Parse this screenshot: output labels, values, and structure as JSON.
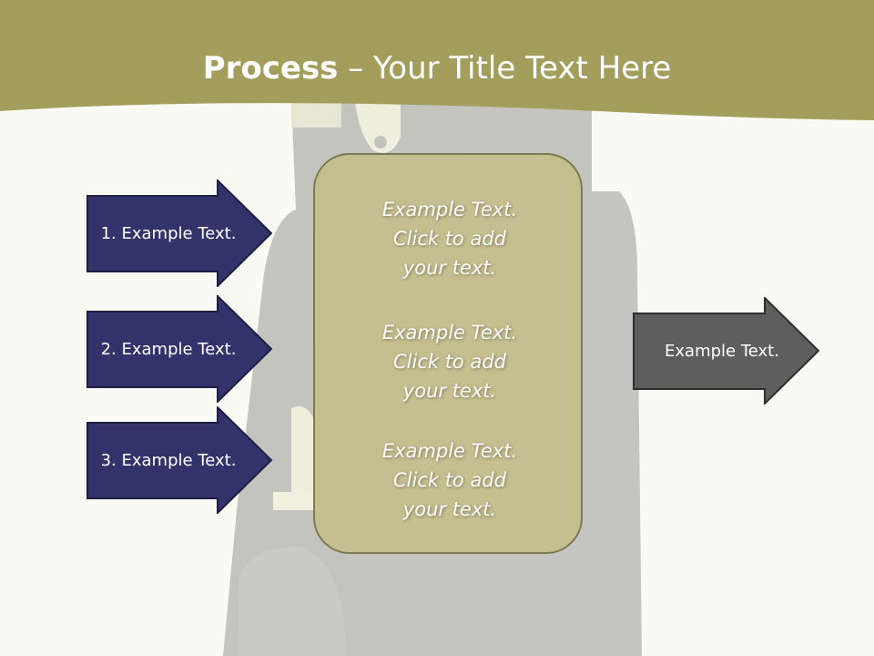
{
  "slide": {
    "title_bold": "Process",
    "title_rest": " – Your Title Text Here"
  },
  "left_arrows": [
    {
      "label": "1. Example Text."
    },
    {
      "label": "2. Example Text."
    },
    {
      "label": "3. Example Text."
    }
  ],
  "center_box": {
    "blocks": [
      {
        "line1": "Example Text.",
        "line2": "Click  to add",
        "line3": "your text."
      },
      {
        "line1": "Example Text.",
        "line2": "Click  to add",
        "line3": "your text."
      },
      {
        "line1": "Example Text.",
        "line2": "Click  to add",
        "line3": "your text."
      }
    ]
  },
  "right_arrow": {
    "label": "Example Text."
  },
  "colors": {
    "header": "#a39e5b",
    "left_arrow_fill": "#33336b",
    "center_box_fill": "#c6bf8f",
    "right_arrow_fill": "#5e5e5e"
  }
}
